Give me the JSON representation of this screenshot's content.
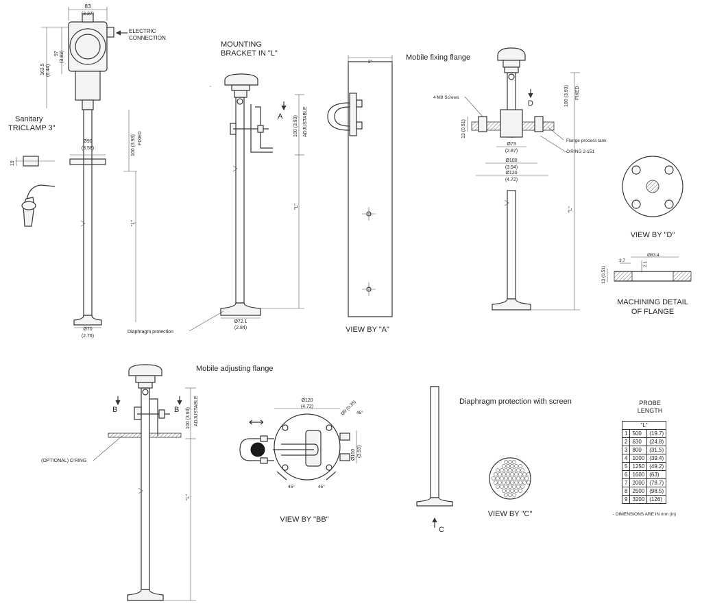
{
  "labels": {
    "electric_connection_1": "ELECTRIC",
    "electric_connection_2": "CONNECTION",
    "sanitary_1": "Sanitary",
    "sanitary_2": "TRICLAMP 3\"",
    "mounting_1": "MOUNTING",
    "mounting_2": "BRACKET IN \"L\"",
    "mobile_fixing": "Mobile fixing flange",
    "mobile_adjusting": "Mobile adjusting flange",
    "view_a": "VIEW BY \"A\"",
    "view_d": "VIEW BY \"D\"",
    "view_bb": "VIEW BY \"BB\"",
    "view_c": "VIEW BY \"C\"",
    "machining_1": "MACHINING DETAIL",
    "machining_2": "OF FLANGE",
    "diaphragm_protection": "Diaphragm protection",
    "diaphragm_screen": "Diaphragm protection with screen",
    "optional_oring": "(OPTIONAL)  O'RING",
    "m8_screws": "4 M8 Screws",
    "flange_process_tank": "Flange process tank",
    "oring_2151": "O'RING 2-151",
    "arrow_a": "A",
    "arrow_b": "B",
    "arrow_c": "C",
    "arrow_d": "D",
    "len_l": "\"L\"",
    "dimensions_note": "- DIMENSIONS ARE IN mm (in)"
  },
  "dims": {
    "w83": "83",
    "w83in": "(3.27)",
    "h97": "97",
    "h97in": "(3.83)",
    "h163": "163.5",
    "h163in": "(6.44)",
    "d91": "Ø91",
    "d91in": "(3.58)",
    "h19": "19",
    "fixed100": "100 (3.93)",
    "fixed": "FIXED",
    "adjust100": "100 (3.93)",
    "adjustable": "ADJUSTABLE",
    "d70": "Ø70",
    "d70in": "(2.76)",
    "d721": "Ø72.1",
    "d721in": "(2.84)",
    "w3in": "3\"",
    "h13": "13 (0.51)",
    "d73": "Ø73",
    "d73in": "(2.87)",
    "d100": "Ø100",
    "d100in": "(3.94)",
    "d120": "Ø120",
    "d120in": "(4.72)",
    "d834": "Ø83.4",
    "w37": "3.7",
    "h21": "2.1",
    "d9": "Ø9 (0.35)",
    "deg45": "45°",
    "d100b": "Ø100",
    "d100bin": "(3.93)"
  },
  "probe_table": {
    "title_1": "PROBE",
    "title_2": "LENGTH",
    "header": "\"L\"",
    "rows": [
      {
        "n": "1",
        "mm": "500",
        "in": "(19.7)"
      },
      {
        "n": "2",
        "mm": "630",
        "in": "(24.8)"
      },
      {
        "n": "3",
        "mm": "800",
        "in": "(31.5)"
      },
      {
        "n": "4",
        "mm": "1000",
        "in": "(39.4)"
      },
      {
        "n": "5",
        "mm": "1250",
        "in": "(49.2)"
      },
      {
        "n": "6",
        "mm": "1600",
        "in": "(63)"
      },
      {
        "n": "7",
        "mm": "2000",
        "in": "(78.7)"
      },
      {
        "n": "8",
        "mm": "2500",
        "in": "(98.5)"
      },
      {
        "n": "9",
        "mm": "3200",
        "in": "(126)"
      }
    ]
  }
}
